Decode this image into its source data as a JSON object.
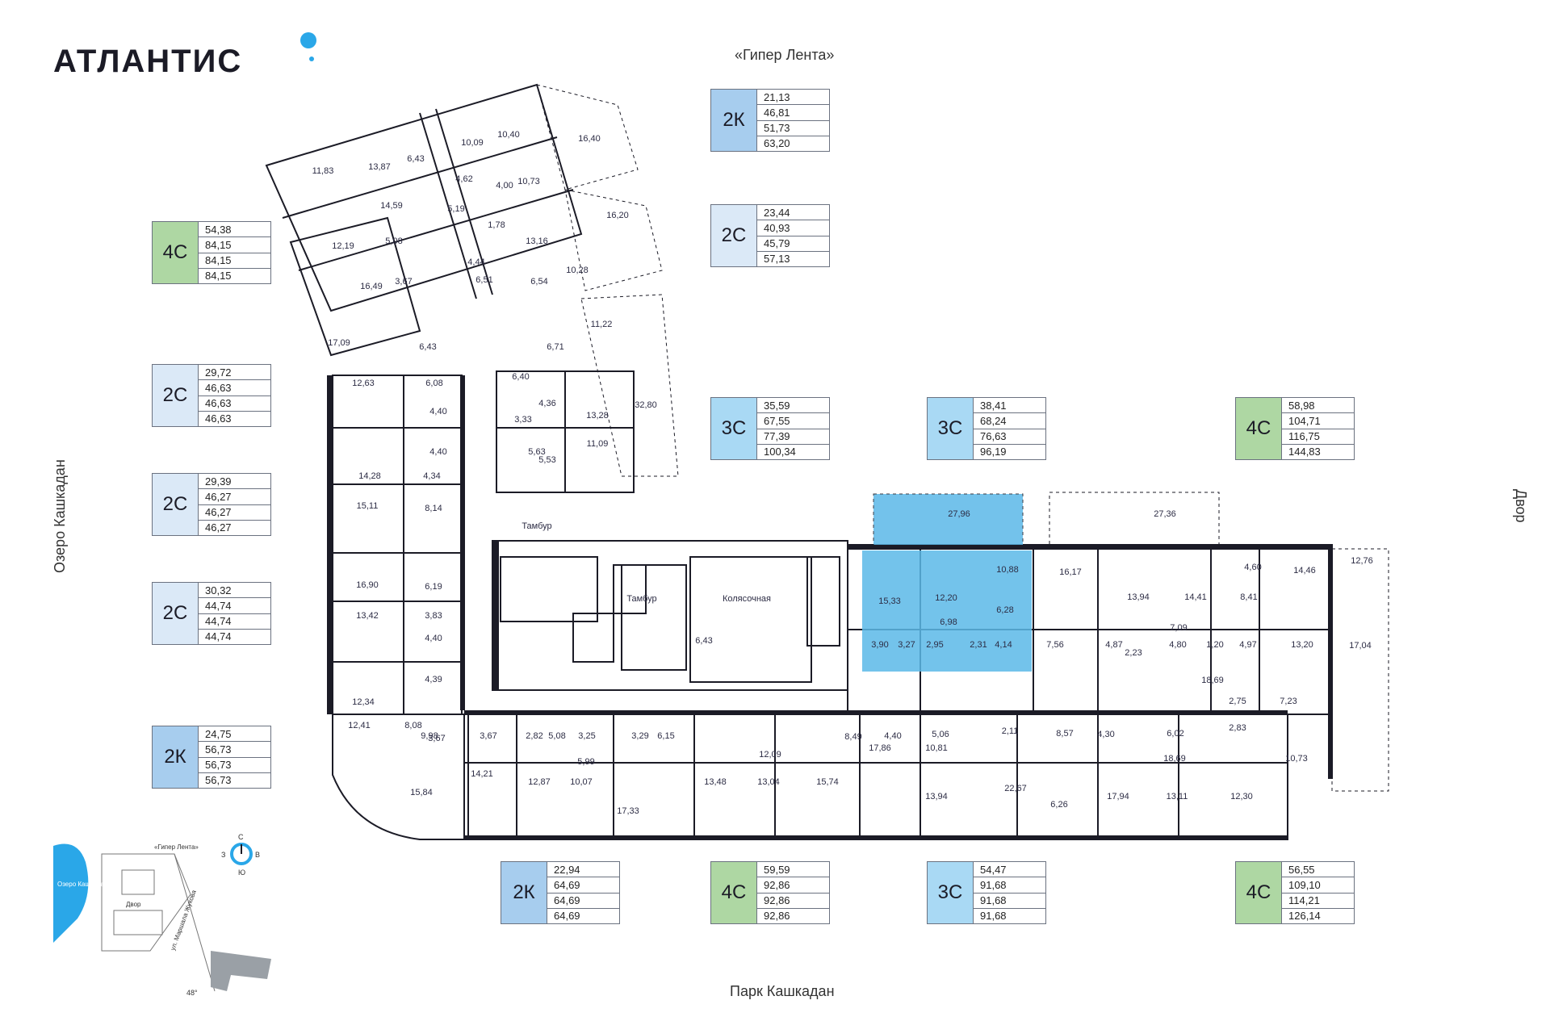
{
  "brand": {
    "name": "АТЛАНТИС",
    "accent": "#2aa7e8"
  },
  "directions": {
    "top": "«Гипер Лента»",
    "bottom": "Парк Кашкадан",
    "left": "Озеро Кашкадан",
    "right": "Двор"
  },
  "colors": {
    "k": "#a7cdee",
    "c2": "#dbe9f7",
    "c3": "#a9d9f4",
    "c4": "#aed7a3",
    "highlight": "#5bb8e8"
  },
  "cards": [
    {
      "type": "2К",
      "values": [
        "21,13",
        "46,81",
        "51,73",
        "63,20"
      ]
    },
    {
      "type": "2С",
      "values": [
        "23,44",
        "40,93",
        "45,79",
        "57,13"
      ]
    },
    {
      "type": "4С",
      "values": [
        "54,38",
        "84,15",
        "84,15",
        "84,15"
      ]
    },
    {
      "type": "2С",
      "values": [
        "29,72",
        "46,63",
        "46,63",
        "46,63"
      ]
    },
    {
      "type": "2С",
      "values": [
        "29,39",
        "46,27",
        "46,27",
        "46,27"
      ]
    },
    {
      "type": "2С",
      "values": [
        "30,32",
        "44,74",
        "44,74",
        "44,74"
      ]
    },
    {
      "type": "2К",
      "values": [
        "24,75",
        "56,73",
        "56,73",
        "56,73"
      ]
    },
    {
      "type": "3С",
      "values": [
        "35,59",
        "67,55",
        "77,39",
        "100,34"
      ]
    },
    {
      "type": "3С",
      "values": [
        "38,41",
        "68,24",
        "76,63",
        "96,19"
      ]
    },
    {
      "type": "4С",
      "values": [
        "58,98",
        "104,71",
        "116,75",
        "144,83"
      ]
    },
    {
      "type": "2К",
      "values": [
        "22,94",
        "64,69",
        "64,69",
        "64,69"
      ]
    },
    {
      "type": "4С",
      "values": [
        "59,59",
        "92,86",
        "92,86",
        "92,86"
      ]
    },
    {
      "type": "3С",
      "values": [
        "54,47",
        "91,68",
        "91,68",
        "91,68"
      ]
    },
    {
      "type": "4С",
      "values": [
        "56,55",
        "109,10",
        "114,21",
        "126,14"
      ]
    }
  ],
  "labels": {
    "tambur": "Тамбур",
    "kolyasochnaya": "Колясочная"
  },
  "rooms": [
    "11,83",
    "13,87",
    "6,43",
    "10,09",
    "10,40",
    "16,40",
    "4,62",
    "10,73",
    "14,59",
    "4,00",
    "5,19",
    "16,20",
    "12,19",
    "5,08",
    "1,78",
    "13,16",
    "4,44",
    "10,28",
    "16,49",
    "3,67",
    "6,51",
    "6,54",
    "17,09",
    "6,43",
    "11,22",
    "6,71",
    "12,63",
    "6,08",
    "6,40",
    "4,36",
    "13,28",
    "32,80",
    "4,40",
    "3,33",
    "4,40",
    "5,63",
    "5,53",
    "11,09",
    "14,28",
    "4,34",
    "15,11",
    "8,14",
    "27,96",
    "27,36",
    "16,90",
    "6,19",
    "15,33",
    "12,20",
    "10,88",
    "16,17",
    "13,94",
    "14,41",
    "8,41",
    "14,46",
    "12,76",
    "13,42",
    "3,83",
    "6,43",
    "6,98",
    "6,28",
    "4,60",
    "4,40",
    "3,90",
    "3,27",
    "2,95",
    "2,31",
    "4,14",
    "7,56",
    "4,87",
    "2,23",
    "4,80",
    "1,20",
    "4,97",
    "13,20",
    "7,09",
    "17,04",
    "4,39",
    "18,69",
    "12,34",
    "12,41",
    "8,08",
    "9,98",
    "3,67",
    "2,82",
    "5,08",
    "3,25",
    "3,29",
    "6,15",
    "8,49",
    "4,40",
    "5,06",
    "2,11",
    "8,57",
    "4,30",
    "6,02",
    "2,75",
    "7,23",
    "2,83",
    "3,67",
    "17,86",
    "10,81",
    "5,99",
    "12,09",
    "14,21",
    "12,87",
    "10,07",
    "13,48",
    "13,04",
    "15,74",
    "13,94",
    "22,67",
    "6,26",
    "17,94",
    "13,11",
    "12,30",
    "18,69",
    "10,73",
    "15,84",
    "17,33"
  ],
  "minimap": {
    "top": "«Гипер Лента»",
    "lake": "Озеро Кашкадан",
    "yard": "Двор",
    "street": "ул. Маршала Жукова",
    "angle": "48°",
    "compass": {
      "n": "С",
      "s": "Ю",
      "w": "З",
      "e": "В"
    }
  }
}
